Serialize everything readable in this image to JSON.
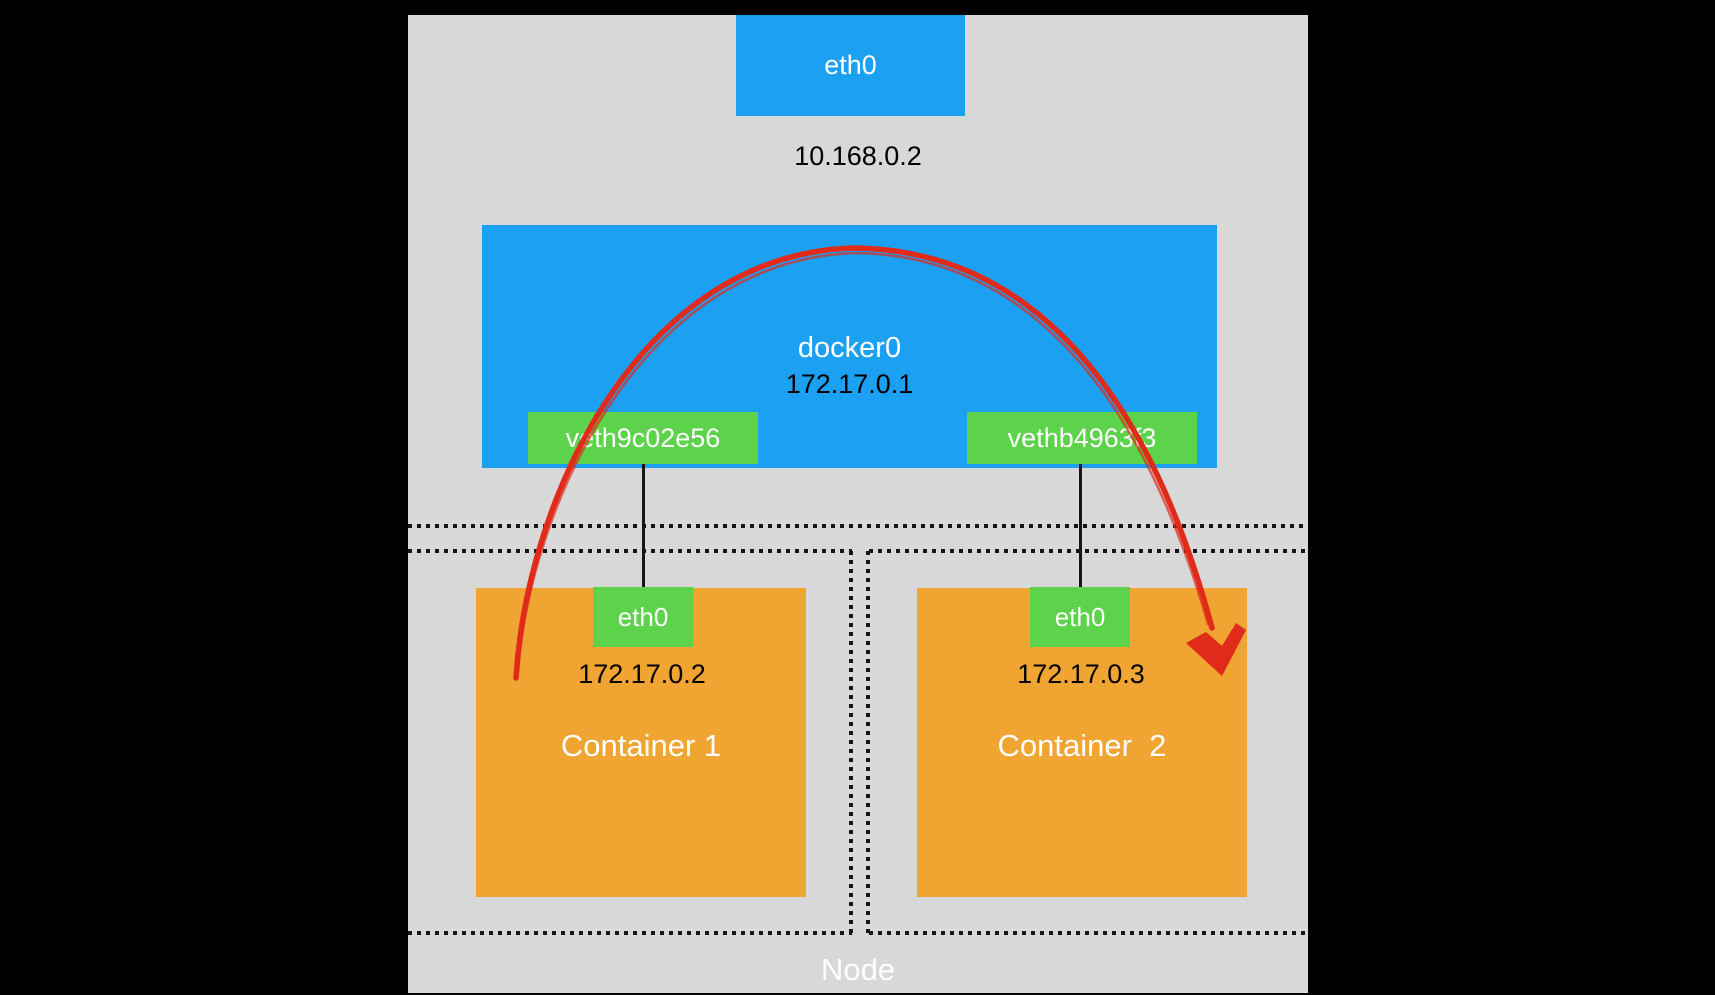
{
  "node": {
    "label": "Node"
  },
  "host": {
    "interface": "eth0",
    "ip": "10.168.0.2"
  },
  "bridge": {
    "label": "docker0",
    "ip": "172.17.0.1"
  },
  "veths": [
    {
      "label": "veth9c02e56"
    },
    {
      "label": "vethb4963f3"
    }
  ],
  "containers": [
    {
      "label": "Container 1",
      "interface": "eth0",
      "ip": "172.17.0.2"
    },
    {
      "label": "Container  2",
      "interface": "eth0",
      "ip": "172.17.0.3"
    }
  ],
  "icons": {
    "traffic_arrow": "red-curved-arrow-icon"
  },
  "colors": {
    "background": "#000000",
    "node_bg": "#d8d8d8",
    "blue": "#1ca0f2",
    "green": "#5dd24b",
    "orange": "#f0a431",
    "red": "#e02a1a",
    "line": "#161616",
    "text_dark": "#000000",
    "text_light": "#ffffff"
  }
}
